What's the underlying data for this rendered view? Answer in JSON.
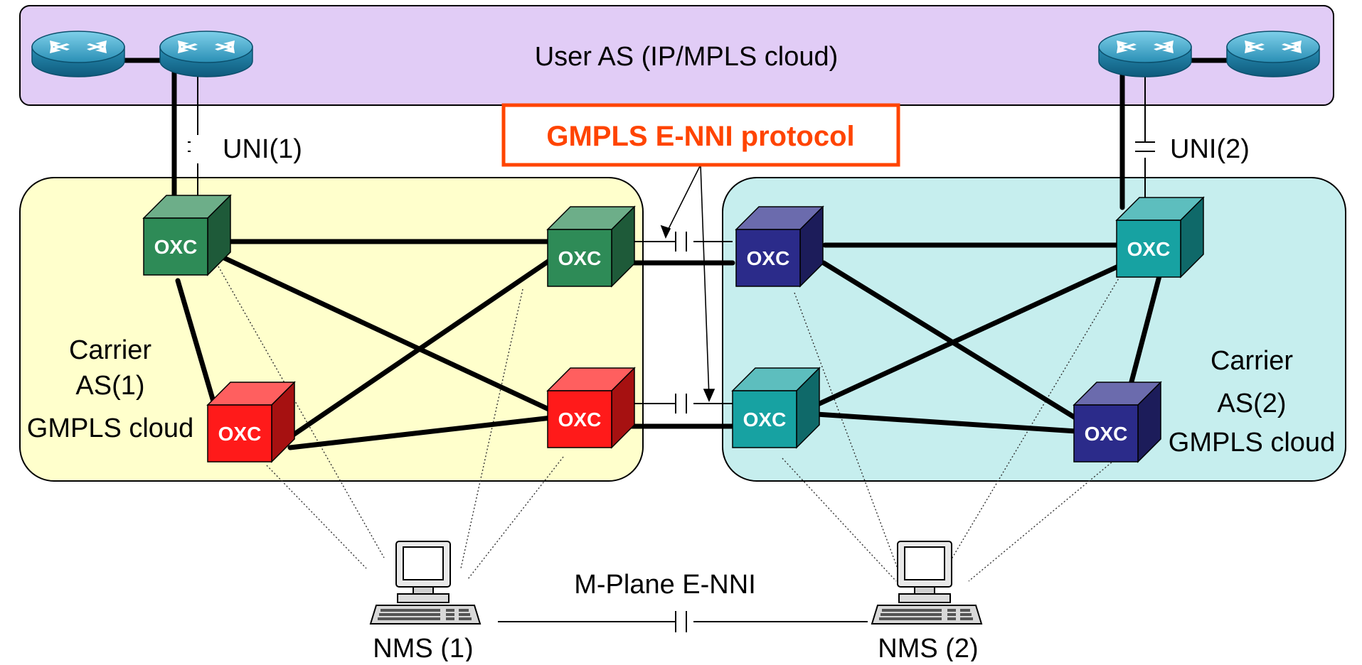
{
  "user_as": {
    "label": "User AS (IP/MPLS cloud)",
    "fill": "#e1ccf6"
  },
  "carrier1": {
    "label_lines": [
      "Carrier",
      "AS(1)",
      "GMPLS cloud"
    ],
    "fill": "#ffffcc"
  },
  "carrier2": {
    "label_lines": [
      "Carrier",
      "AS(2)",
      "GMPLS cloud"
    ],
    "fill": "#c6eeee"
  },
  "protocol_box": {
    "label": "GMPLS E-NNI protocol",
    "color": "#ff4400"
  },
  "uni": {
    "left": "UNI(1)",
    "right": "UNI(2)"
  },
  "mplane": {
    "label": "M-Plane E-NNI"
  },
  "nms": {
    "left": "NMS (1)",
    "right": "NMS (2)"
  },
  "oxc_label": "OXC",
  "oxc_colors": {
    "green": "#2e8b57",
    "red": "#ff1a1a",
    "navy": "#2b2b8a",
    "teal": "#17a2a2"
  },
  "router_icon": "router-icon",
  "workstation_icon": "workstation-icon"
}
